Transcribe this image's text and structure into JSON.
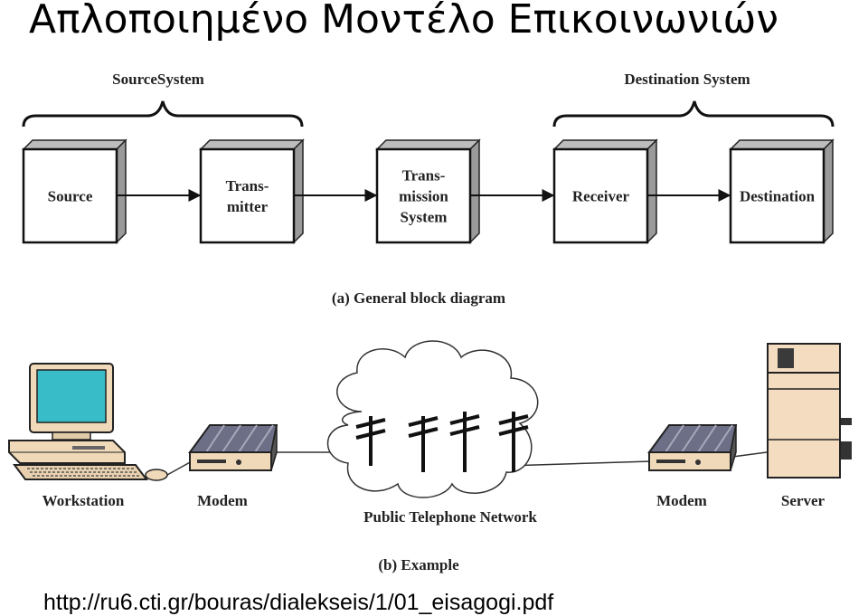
{
  "slide": {
    "title": "Απλοποιημένο Μοντέλο Επικοινωνιών",
    "url": "http://ru6.cti.gr/bouras/dialekseis/1/01_eisagogi.pdf"
  },
  "block_diagram": {
    "groups": {
      "source": "SourceSystem",
      "destination": "Destination System"
    },
    "blocks": [
      {
        "lines": [
          "Source"
        ]
      },
      {
        "lines": [
          "Trans-",
          "mitter"
        ]
      },
      {
        "lines": [
          "Trans-",
          "mission",
          "System"
        ]
      },
      {
        "lines": [
          "Receiver"
        ]
      },
      {
        "lines": [
          "Destination"
        ]
      }
    ],
    "caption": "(a) General block diagram"
  },
  "example": {
    "workstation": "Workstation",
    "modem_left": "Modem",
    "network": "Public Telephone Network",
    "modem_right": "Modem",
    "server": "Server",
    "caption": "(b) Example"
  },
  "colors": {
    "screen": "#38bcc8",
    "monitor_body": "#efd9b8",
    "modem_top": "#6d6f86",
    "server_body": "#f4dcc0"
  },
  "icons": [
    "workstation-icon",
    "modem-icon",
    "cloud-icon",
    "telephone-pole-icon",
    "server-icon"
  ]
}
